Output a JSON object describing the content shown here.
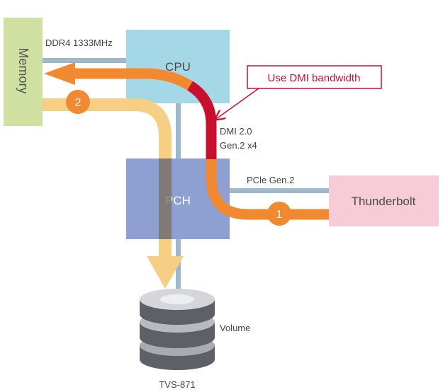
{
  "memory": {
    "label": "Memory",
    "color": "#cfe0a0"
  },
  "cpu": {
    "label": "CPU",
    "color": "#a5d8e6"
  },
  "pch": {
    "label": "PCH",
    "color": "#8e9fd1"
  },
  "thunderbolt": {
    "label": "Thunderbolt",
    "color": "#f7cbd8"
  },
  "links": {
    "memory_bus": "DDR4 1333MHz",
    "dmi_line1": "DMI 2.0",
    "dmi_line2": "Gen.2 x4",
    "pcie": "PCle Gen.2"
  },
  "callout": {
    "text": "Use DMI bandwidth",
    "color": "#c8102e"
  },
  "volume": {
    "label": "Volume"
  },
  "device": {
    "label": "TVS-871"
  },
  "paths": {
    "path1": {
      "number": "1",
      "color": "#f0892f"
    },
    "path2": {
      "number": "2",
      "color": "#f7cf84"
    }
  },
  "bus_color": "#9db8cc"
}
